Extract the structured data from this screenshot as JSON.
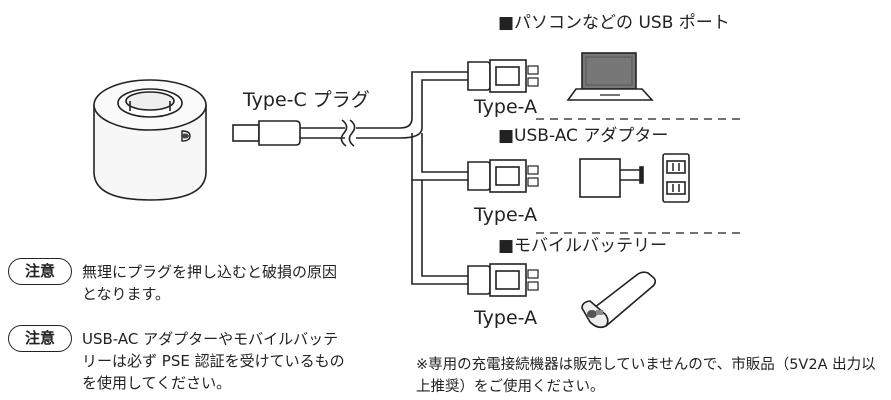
{
  "plug_label": "Type-C プラグ",
  "type_a_label": "Type-A",
  "sources": [
    {
      "heading": "■パソコンなどの USB ポート",
      "icon": "laptop-icon"
    },
    {
      "heading": "■USB-AC アダプター",
      "icon": "ac-adapter-icon"
    },
    {
      "heading": "■モバイルバッテリー",
      "icon": "mobile-battery-icon"
    }
  ],
  "notes": [
    {
      "badge": "注意",
      "text": "無理にプラグを押し込むと破損の原因となります。"
    },
    {
      "badge": "注意",
      "text": "USB-AC アダプターやモバイルバッテリーは必ず PSE 認証を受けているものを使用してください。"
    }
  ],
  "footnote": "※専用の充電接続機器は販売していませんので、市販品（5V2A 出力以上推奨）をご使用ください。",
  "colors": {
    "line": "#222222",
    "device_body": "#f7f7f7",
    "screen": "#777777"
  }
}
